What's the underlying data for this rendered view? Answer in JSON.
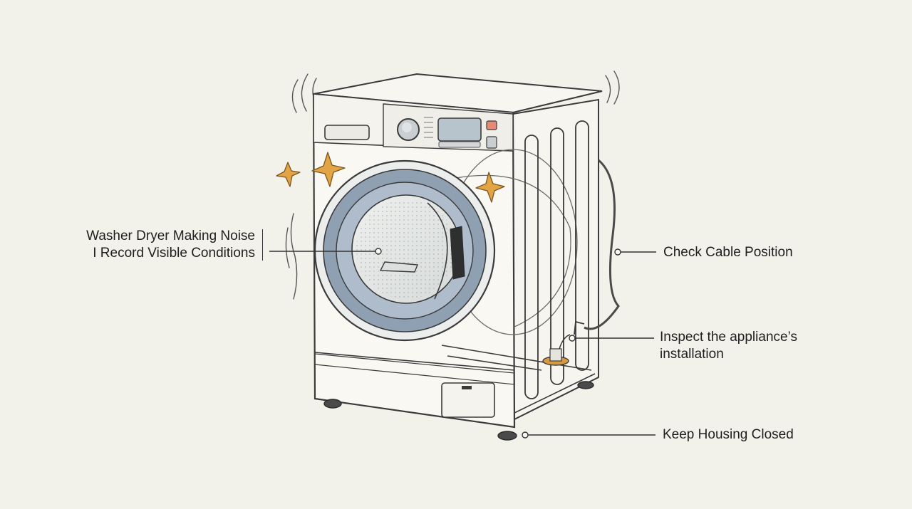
{
  "colors": {
    "background": "#f3f2ea",
    "outline": "#3a3a3a",
    "door_ring": "#8fa0b3",
    "spark": "#e3a446",
    "foot_pad": "#d79a3e"
  },
  "labels": {
    "title_line1": "Washer Dryer Making Noise",
    "title_line2": "I Record Visible Conditions",
    "cable": "Check Cable Position",
    "install_line1": "Inspect the appliance’s",
    "install_line2": "installation",
    "housing": "Keep Housing Closed"
  },
  "icons": [
    "spark-icon",
    "vibration-lines-icon"
  ]
}
